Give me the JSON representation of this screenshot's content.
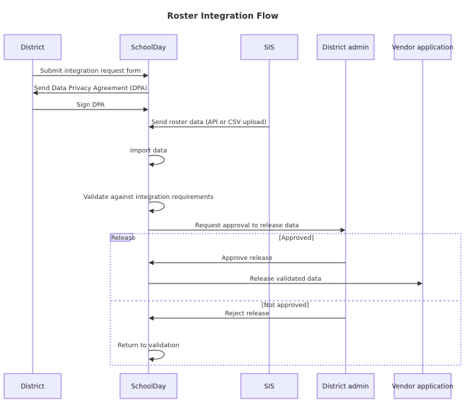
{
  "title": "Roster Integration Flow",
  "participants": [
    {
      "id": "district",
      "label": "District"
    },
    {
      "id": "schoolday",
      "label": "SchoolDay"
    },
    {
      "id": "sis",
      "label": "SIS"
    },
    {
      "id": "admin",
      "label": "District admin"
    },
    {
      "id": "vendor",
      "label": "Vendor application"
    }
  ],
  "messages": [
    {
      "from": "district",
      "to": "schoolday",
      "label": "Submit integration request form"
    },
    {
      "from": "schoolday",
      "to": "district",
      "label": "Send Data Privacy Agreement (DPA)"
    },
    {
      "from": "district",
      "to": "schoolday",
      "label": "Sign DPA"
    },
    {
      "from": "sis",
      "to": "schoolday",
      "label": "Send roster data (API or CSV upload)"
    },
    {
      "from": "schoolday",
      "to": "schoolday",
      "label": "Import data"
    },
    {
      "from": "schoolday",
      "to": "schoolday",
      "label": "Validate against integration requirements"
    },
    {
      "from": "schoolday",
      "to": "admin",
      "label": "Request approval to release data"
    },
    {
      "from": "admin",
      "to": "schoolday",
      "label": "Approve release"
    },
    {
      "from": "schoolday",
      "to": "vendor",
      "label": "Release validated data"
    },
    {
      "from": "admin",
      "to": "schoolday",
      "label": "Reject release"
    },
    {
      "from": "schoolday",
      "to": "schoolday",
      "label": "Return to validation"
    }
  ],
  "fragment": {
    "label": "Release",
    "conditions": [
      "[Approved]",
      "[Not approved]"
    ]
  }
}
